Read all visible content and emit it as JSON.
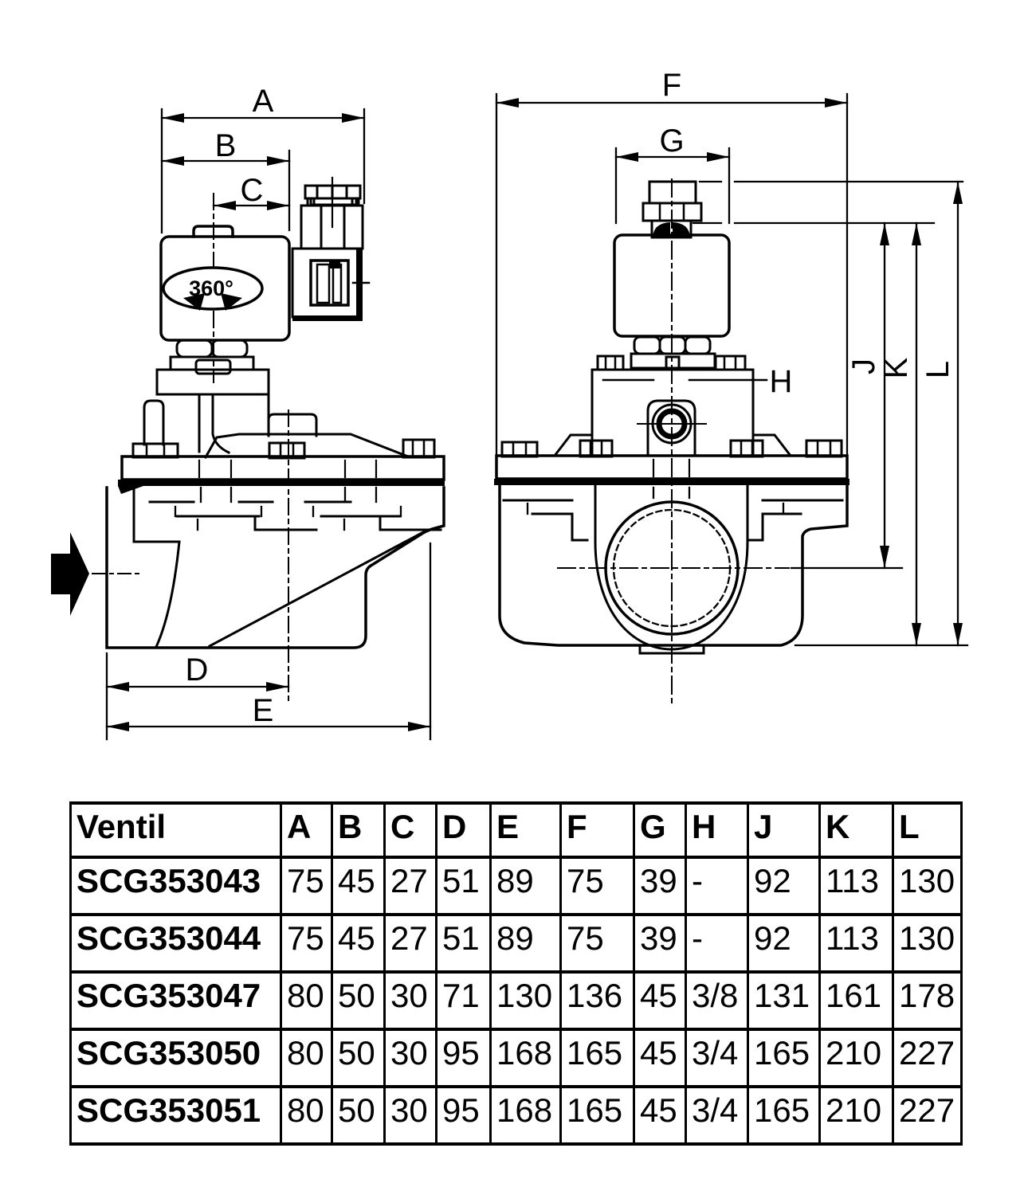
{
  "diagram": {
    "labels": {
      "A": "A",
      "B": "B",
      "C": "C",
      "D": "D",
      "E": "E",
      "F": "F",
      "G": "G",
      "H": "H",
      "J": "J",
      "K": "K",
      "L": "L"
    },
    "rotation_label": "360°"
  },
  "table": {
    "columns": [
      "Ventil",
      "A",
      "B",
      "C",
      "D",
      "E",
      "F",
      "G",
      "H",
      "J",
      "K",
      "L"
    ],
    "rows": [
      {
        "name": "SCG353043",
        "values": [
          "75",
          "45",
          "27",
          "51",
          "89",
          "75",
          "39",
          "-",
          "92",
          "113",
          "130"
        ]
      },
      {
        "name": "SCG353044",
        "values": [
          "75",
          "45",
          "27",
          "51",
          "89",
          "75",
          "39",
          "-",
          "92",
          "113",
          "130"
        ]
      },
      {
        "name": "SCG353047",
        "values": [
          "80",
          "50",
          "30",
          "71",
          "130",
          "136",
          "45",
          "3/8",
          "131",
          "161",
          "178"
        ]
      },
      {
        "name": "SCG353050",
        "values": [
          "80",
          "50",
          "30",
          "95",
          "168",
          "165",
          "45",
          "3/4",
          "165",
          "210",
          "227"
        ]
      },
      {
        "name": "SCG353051",
        "values": [
          "80",
          "50",
          "30",
          "95",
          "168",
          "165",
          "45",
          "3/4",
          "165",
          "210",
          "227"
        ]
      }
    ]
  }
}
